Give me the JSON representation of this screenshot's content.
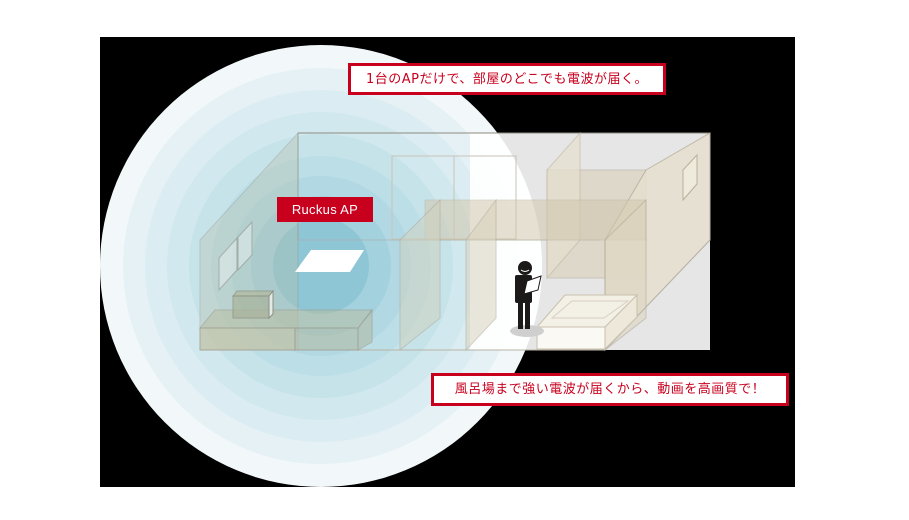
{
  "diagram": {
    "callouts": {
      "top": "1台のAPだけで、部屋のどこでも電波が届く。",
      "bottom": "風呂場まで強い電波が届くから、動画を高画質で！"
    },
    "ap_label": "Ruckus AP",
    "colors": {
      "accent_red": "#c8001e",
      "background_panel": "#000000",
      "signal_rings": [
        "#f2f8fa",
        "#e6f1f5",
        "#dbedf2",
        "#d1e8ee",
        "#c6e3ea",
        "#bcdee7",
        "#b1d8e3",
        "#a3d1de",
        "#93c9d8",
        "#82c0d2"
      ]
    },
    "elements": [
      "signal-coverage-rings",
      "access-point-ceiling-panel",
      "living-room",
      "sofa",
      "tv-cabinet",
      "windows",
      "partition-walls",
      "bathroom",
      "bathtub",
      "person-with-tablet"
    ]
  }
}
